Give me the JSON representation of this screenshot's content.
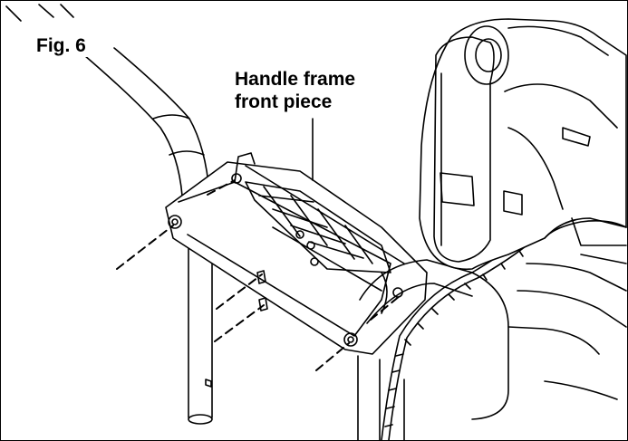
{
  "figure": {
    "label": "Fig. 6",
    "callout_line1": "Handle frame",
    "callout_line2": "front piece"
  },
  "colors": {
    "line": "#000000",
    "background": "#ffffff",
    "shade": "#d9d9d9"
  }
}
